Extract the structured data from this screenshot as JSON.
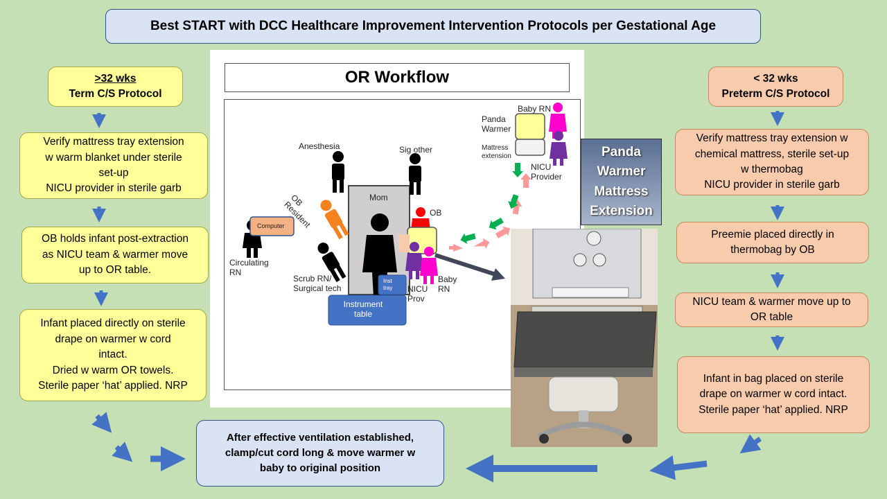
{
  "title": "Best START with DCC Healthcare Improvement Intervention Protocols per Gestational Age",
  "left": {
    "header_line1": ">32 wks",
    "header_line2": "Term C/S Protocol",
    "steps": [
      "Verify mattress tray extension\nw warm blanket under sterile\nset-up\nNICU provider in sterile garb",
      "OB holds infant post-extraction\nas NICU team & warmer move\nup to OR table.",
      "Infant placed directly on sterile\ndrape on warmer w cord\nintact.\nDried w warm OR towels.\nSterile paper ‘hat’ applied. NRP"
    ]
  },
  "right": {
    "header_line1": "< 32 wks",
    "header_line2": "Preterm C/S Protocol",
    "steps": [
      "Verify mattress tray extension w\nchemical mattress, sterile set-up\nw thermobag\nNICU provider in sterile garb",
      "Preemie placed directly in\nthermobag by OB",
      "NICU team & warmer move up to\nOR table",
      "Infant in bag placed on sterile\ndrape on warmer w cord intact.\nSterile paper ‘hat’ applied. NRP"
    ]
  },
  "bottom": "After effective ventilation established,\nclamp/cut cord long & move warmer w\nbaby to original position",
  "panda_label": "Panda\nWarmer\nMattress\nExtension",
  "or": {
    "title": "OR Workflow",
    "anesthesia": "Anesthesia",
    "sig_other": "Sig other",
    "ob_resident": "OB\nResident",
    "mom": "Mom",
    "ob": "OB",
    "computer": "Computer",
    "circulating": "Circulating\nRN",
    "scrub": "Scrub RN/\nSurgical tech",
    "inst_tray": "Inst\ntray",
    "instrument_table": "Instrument\ntable",
    "nicu_prov": "NICU\nProv",
    "baby_rn": "Baby\nRN",
    "panda_warmer": "Panda\nWarmer",
    "mattress_ext": "Mattress\nextension",
    "baby_rn_top": "Baby RN",
    "nicu_provider": "NICU\nProvider"
  },
  "colors": {
    "yellow": "#ffff99",
    "orange": "#f8cbad",
    "blue": "#dae3f3",
    "arrow": "#4472c4",
    "background": "#c5e0b4"
  }
}
